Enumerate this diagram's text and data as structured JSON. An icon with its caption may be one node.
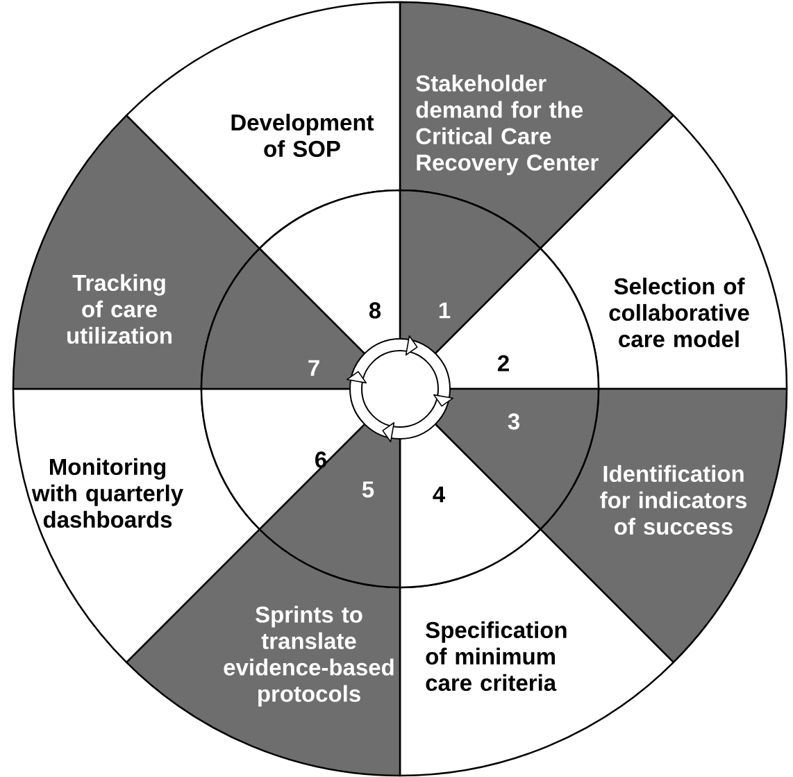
{
  "diagram": {
    "nodes": [
      {
        "text": [
          "Stakeholder demand for the Critical Care Recovery Center"
        ]
      },
      {
        "text": [
          "1"
        ]
      },
      {
        "text": [
          "Selection of collaborative care model"
        ]
      },
      {
        "text": [
          "2"
        ]
      },
      {
        "text": [
          "Identification for indicators of success"
        ]
      },
      {
        "text": [
          "3"
        ]
      },
      {
        "text": [
          "Specification of minimum care criteria"
        ]
      },
      {
        "text": [
          "4"
        ]
      },
      {
        "text": [
          "Sprints to translate evidence-based protocols"
        ]
      },
      {
        "text": [
          "5"
        ]
      },
      {
        "text": [
          "Monitoring with quarterly dashboards"
        ]
      },
      {
        "text": [
          "6"
        ]
      },
      {
        "text": [
          "Tracking of care utilization"
        ]
      },
      {
        "text": [
          "7"
        ]
      },
      {
        "text": [
          "Development of SOP"
        ]
      },
      {
        "text": [
          "8"
        ]
      }
    ]
  }
}
